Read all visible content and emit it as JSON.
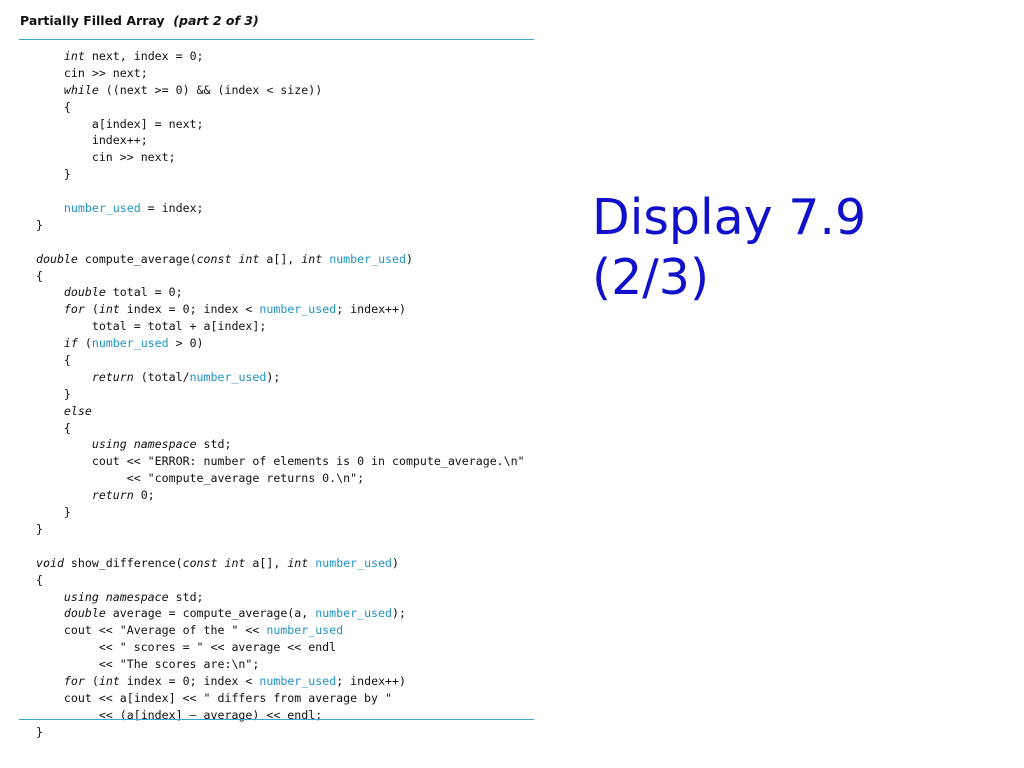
{
  "caption": {
    "title": "Partially Filled Array",
    "part": "(part 2 of 3)"
  },
  "slide_title": {
    "line1": "Display 7.9",
    "line2": "(2/3)"
  },
  "code_lines": [
    [
      [
        "t",
        "    "
      ],
      [
        "k",
        "int"
      ],
      [
        "t",
        " next, index = 0;"
      ]
    ],
    [
      [
        "t",
        "    cin >> next;"
      ]
    ],
    [
      [
        "t",
        "    "
      ],
      [
        "k",
        "while"
      ],
      [
        "t",
        " ((next >= 0) && (index < size))"
      ]
    ],
    [
      [
        "t",
        "    {"
      ]
    ],
    [
      [
        "t",
        "        a[index] = next;"
      ]
    ],
    [
      [
        "t",
        "        index++;"
      ]
    ],
    [
      [
        "t",
        "        cin >> next;"
      ]
    ],
    [
      [
        "t",
        "    }"
      ]
    ],
    [],
    [
      [
        "t",
        "    "
      ],
      [
        "v",
        "number_used"
      ],
      [
        "t",
        " = index;"
      ]
    ],
    [
      [
        "t",
        "}"
      ]
    ],
    [],
    [
      [
        "k",
        "double"
      ],
      [
        "t",
        " compute_average("
      ],
      [
        "k",
        "const int"
      ],
      [
        "t",
        " a[], "
      ],
      [
        "k",
        "int"
      ],
      [
        "t",
        " "
      ],
      [
        "v",
        "number_used"
      ],
      [
        "t",
        ")"
      ]
    ],
    [
      [
        "t",
        "{"
      ]
    ],
    [
      [
        "t",
        "    "
      ],
      [
        "k",
        "double"
      ],
      [
        "t",
        " total = 0;"
      ]
    ],
    [
      [
        "t",
        "    "
      ],
      [
        "k",
        "for"
      ],
      [
        "t",
        " ("
      ],
      [
        "k",
        "int"
      ],
      [
        "t",
        " index = 0; index < "
      ],
      [
        "v",
        "number_used"
      ],
      [
        "t",
        "; index++)"
      ]
    ],
    [
      [
        "t",
        "        total = total + a[index];"
      ]
    ],
    [
      [
        "t",
        "    "
      ],
      [
        "k",
        "if"
      ],
      [
        "t",
        " ("
      ],
      [
        "v",
        "number_used"
      ],
      [
        "t",
        " > 0)"
      ]
    ],
    [
      [
        "t",
        "    {"
      ]
    ],
    [
      [
        "t",
        "        "
      ],
      [
        "k",
        "return"
      ],
      [
        "t",
        " (total/"
      ],
      [
        "v",
        "number_used"
      ],
      [
        "t",
        ");"
      ]
    ],
    [
      [
        "t",
        "    }"
      ]
    ],
    [
      [
        "t",
        "    "
      ],
      [
        "k",
        "else"
      ]
    ],
    [
      [
        "t",
        "    {"
      ]
    ],
    [
      [
        "t",
        "        "
      ],
      [
        "k",
        "using namespace"
      ],
      [
        "t",
        " std;"
      ]
    ],
    [
      [
        "t",
        "        cout << \"ERROR: number of elements is 0 in compute_average.\\n\""
      ]
    ],
    [
      [
        "t",
        "             << \"compute_average returns 0.\\n\";"
      ]
    ],
    [
      [
        "t",
        "        "
      ],
      [
        "k",
        "return"
      ],
      [
        "t",
        " 0;"
      ]
    ],
    [
      [
        "t",
        "    }"
      ]
    ],
    [
      [
        "t",
        "}"
      ]
    ],
    [],
    [
      [
        "k",
        "void"
      ],
      [
        "t",
        " show_difference("
      ],
      [
        "k",
        "const int"
      ],
      [
        "t",
        " a[], "
      ],
      [
        "k",
        "int"
      ],
      [
        "t",
        " "
      ],
      [
        "v",
        "number_used"
      ],
      [
        "t",
        ")"
      ]
    ],
    [
      [
        "t",
        "{"
      ]
    ],
    [
      [
        "t",
        "    "
      ],
      [
        "k",
        "using namespace"
      ],
      [
        "t",
        " std;"
      ]
    ],
    [
      [
        "t",
        "    "
      ],
      [
        "k",
        "double"
      ],
      [
        "t",
        " average = compute_average(a, "
      ],
      [
        "v",
        "number_used"
      ],
      [
        "t",
        ");"
      ]
    ],
    [
      [
        "t",
        "    cout << \"Average of the \" << "
      ],
      [
        "v",
        "number_used"
      ]
    ],
    [
      [
        "t",
        "         << \" scores = \" << average << endl"
      ]
    ],
    [
      [
        "t",
        "         << \"The scores are:\\n\";"
      ]
    ],
    [
      [
        "t",
        "    "
      ],
      [
        "k",
        "for"
      ],
      [
        "t",
        " ("
      ],
      [
        "k",
        "int"
      ],
      [
        "t",
        " index = 0; index < "
      ],
      [
        "v",
        "number_used"
      ],
      [
        "t",
        "; index++)"
      ]
    ],
    [
      [
        "t",
        "    cout << a[index] << \" differs from average by \""
      ]
    ],
    [
      [
        "t",
        "         << (a[index] – average) << endl;"
      ]
    ],
    [
      [
        "t",
        "}"
      ]
    ]
  ]
}
